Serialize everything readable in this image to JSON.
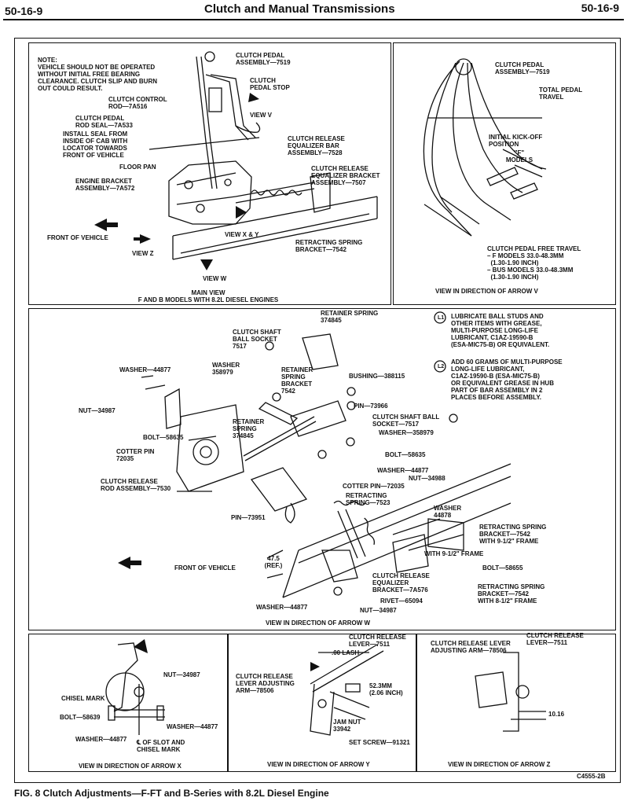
{
  "header": {
    "page_left": "50-16-9",
    "title": "Clutch and Manual Transmissions",
    "page_right": "50-16-9"
  },
  "main_view": {
    "note": "NOTE:\nVEHICLE SHOULD NOT BE OPERATED\nWITHOUT INITIAL FREE BEARING\nCLEARANCE. CLUTCH SLIP AND BURN\nOUT COULD RESULT.",
    "labels": {
      "pedal_assembly": "CLUTCH PEDAL\nASSEMBLY—7519",
      "pedal_stop": "CLUTCH\nPEDAL STOP",
      "control_rod": "CLUTCH CONTROL\nROD—7A516",
      "rod_seal": "CLUTCH PEDAL\nROD SEAL—7A533",
      "install_seal": "INSTALL SEAL FROM\nINSIDE OF CAB WITH\nLOCATOR TOWARDS\nFRONT OF VEHICLE",
      "view_v": "VIEW V",
      "eq_bar": "CLUTCH RELEASE\nEQUALIZER BAR\nASSEMBLY—7528",
      "floor_pan": "FLOOR PAN",
      "eq_bracket": "CLUTCH RELEASE\nEQUALIZER BRACKET\nASSEMBLY—7507",
      "engine_bracket": "ENGINE BRACKET\nASSEMBLY—7A572",
      "front_vehicle": "FRONT OF VEHICLE",
      "view_xy": "VIEW X & Y",
      "view_z": "VIEW Z",
      "retracting_bracket": "RETRACTING SPRING\nBRACKET—7542",
      "view_w": "VIEW W"
    },
    "caption": "MAIN VIEW\nF AND B MODELS WITH 8.2L DIESEL ENGINES"
  },
  "view_v": {
    "labels": {
      "pedal_assembly": "CLUTCH PEDAL\nASSEMBLY—7519",
      "total_travel": "TOTAL PEDAL\nTRAVEL",
      "kickoff": "INITIAL KICK-OFF\nPOSITION",
      "f_models": "\"F\"\nMODELS",
      "free_travel": "CLUTCH PEDAL FREE TRAVEL\n– F MODELS 33.0-48.3mm\n  (1.30-1.90 INCH)\n– BUS MODELS 33.0-48.3mm\n  (1.30-1.90 INCH)"
    },
    "caption": "VIEW IN DIRECTION OF ARROW V"
  },
  "view_w": {
    "legend": {
      "l1_symbol": "L1",
      "l1_text": "LUBRICATE BALL STUDS AND\nOTHER ITEMS WITH GREASE,\nMULTI-PURPOSE LONG-LIFE\nLUBRICANT, C1AZ-19590-B\n(ESA-MIC75-B) OR EQUIVALENT.",
      "l2_symbol": "L2",
      "l2_text": "ADD 60 GRAMS OF MULTI-PURPOSE\nLONG-LIFE LUBRICANT,\nC1AZ-19590-B (ESA-MIC75-B)\nOR EQUIVALENT GREASE IN HUB\nPART OF BAR ASSEMBLY IN 2\nPLACES BEFORE ASSEMBLY."
    },
    "labels": {
      "retainer_spring_top": "RETAINER SPRING\n374845",
      "ball_socket_top": "CLUTCH SHAFT\nBALL SOCKET\n7517",
      "washer_44877_a": "WASHER—44877",
      "washer_358979_a": "WASHER\n358979",
      "retainer_bracket": "RETAINER\nSPRING\nBRACKET\n7542",
      "bushing": "BUSHING—388115",
      "nut_34987": "NUT—34987",
      "pin_73966": "PIN—73966",
      "ball_socket_right": "CLUTCH SHAFT BALL\nSOCKET—7517",
      "bolt_58635_a": "BOLT—58635",
      "retainer_spring_mid": "RETAINER\nSPRING\n374845",
      "washer_358979_b": "WASHER—358979",
      "bolt_58635_b": "BOLT—58635",
      "cotter_pin_a": "COTTER PIN\n72035",
      "washer_44877_b": "WASHER—44877",
      "nut_34988": "NUT—34988",
      "release_rod": "CLUTCH RELEASE\nROD ASSEMBLY—7530",
      "cotter_pin_b": "COTTER PIN—72035",
      "retracting_spring": "RETRACTING\nSPRING—7523",
      "pin_73951": "PIN—73951",
      "washer_44878": "WASHER\n44878",
      "retract_bracket_a": "RETRACTING SPRING\nBRACKET—7542\nWITH 9-1/2\" FRAME",
      "dim_475": "47.5\n(REF.)",
      "front_vehicle": "FRONT OF VEHICLE",
      "with_frame": "WITH 9-1/2\" FRAME",
      "bolt_58655": "BOLT—58655",
      "eq_bracket": "CLUTCH RELEASE\nEQUALIZER\nBRACKET—7A576",
      "retract_bracket_b": "RETRACTING SPRING\nBRACKET—7542\nWITH 8-1/2\" FRAME",
      "rivet": "RIVET—65094",
      "washer_44877_c": "WASHER—44877",
      "nut_34987_b": "NUT—34987"
    },
    "caption": "VIEW IN DIRECTION OF ARROW W"
  },
  "view_x": {
    "labels": {
      "nut": "NUT—34987",
      "chisel_mark": "CHISEL MARK",
      "bolt": "BOLT—58639",
      "washer_right": "WASHER—44877",
      "washer_left": "WASHER—44877",
      "slot": "℄ OF SLOT AND\nCHISEL MARK"
    },
    "caption": "VIEW IN DIRECTION OF ARROW X"
  },
  "view_y": {
    "labels": {
      "release_lever": "CLUTCH RELEASE\nLEVER—7511",
      "lash": ".00 LASH",
      "adjusting_arm": "CLUTCH RELEASE\nLEVER ADJUSTING\nARM—78506",
      "dimension": "52.3mm\n(2.06 INCH)",
      "jam_nut": "JAM NUT\n33942",
      "set_screw": "SET SCREW—91321"
    },
    "caption": "VIEW IN DIRECTION OF ARROW Y"
  },
  "view_z": {
    "labels": {
      "adjusting_arm": "CLUTCH RELEASE LEVER\nADJUSTING ARM—78506",
      "release_lever": "CLUTCH RELEASE\nLEVER—7511",
      "dim": "10.16"
    },
    "caption": "VIEW IN DIRECTION OF ARROW Z"
  },
  "figure_code": "C4555-2B",
  "figure_caption": "FIG. 8  Clutch Adjustments—F-FT and B-Series with 8.2L Diesel Engine"
}
